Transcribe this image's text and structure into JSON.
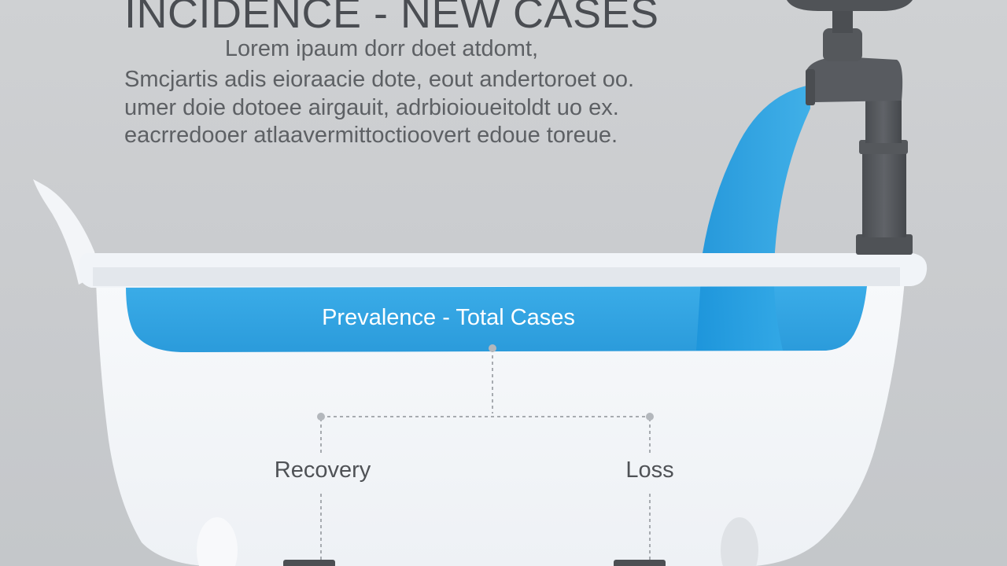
{
  "header": {
    "title": "INCIDENCE - NEW CASES",
    "subtitle": "Lorem ipaum dorr doet atdomt,",
    "lines": [
      "Smcjartis adis eioraacie dote, eout andertoroet oo.",
      "umer doie dotoee airgauit, adrbioioueitoldt uo ex.",
      "eacrredooer atlaavermittoctioovert edoue toreue."
    ]
  },
  "tub": {
    "water_label": "Prevalence - Total Cases"
  },
  "outflows": {
    "left_label": "Recovery",
    "right_label": "Loss"
  },
  "colors": {
    "water": "#2fa3e3",
    "tub": "#f2f5f9",
    "faucet": "#55585c",
    "background": "#cccfd2"
  }
}
